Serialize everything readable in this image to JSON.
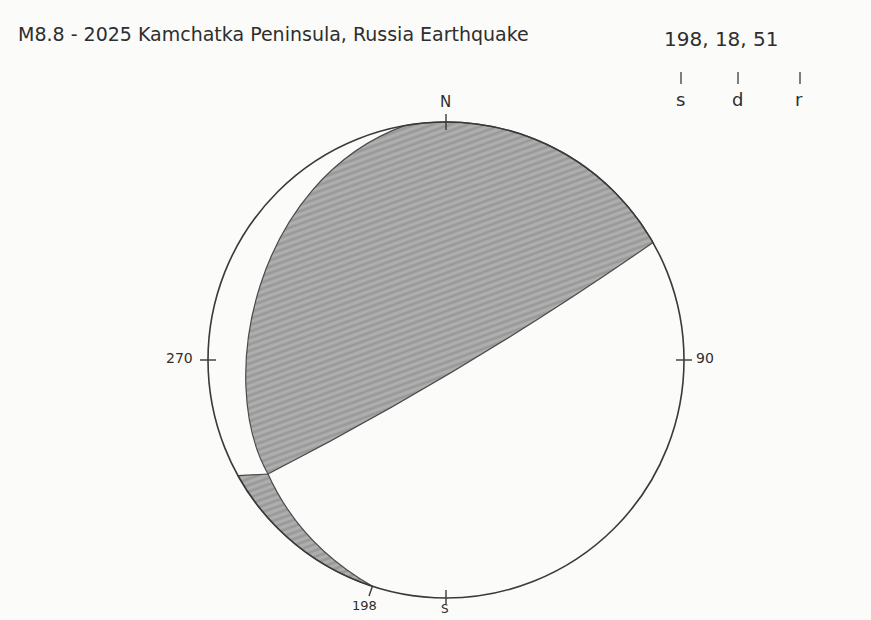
{
  "diagram": {
    "title": "M8.8 - 2025 Kamchatka Peninsula, Russia Earthquake",
    "labels": [
      "198, 18, 51",
      "s",
      "d",
      "r",
      "N",
      "270",
      "90",
      "S",
      "198"
    ]
  }
}
